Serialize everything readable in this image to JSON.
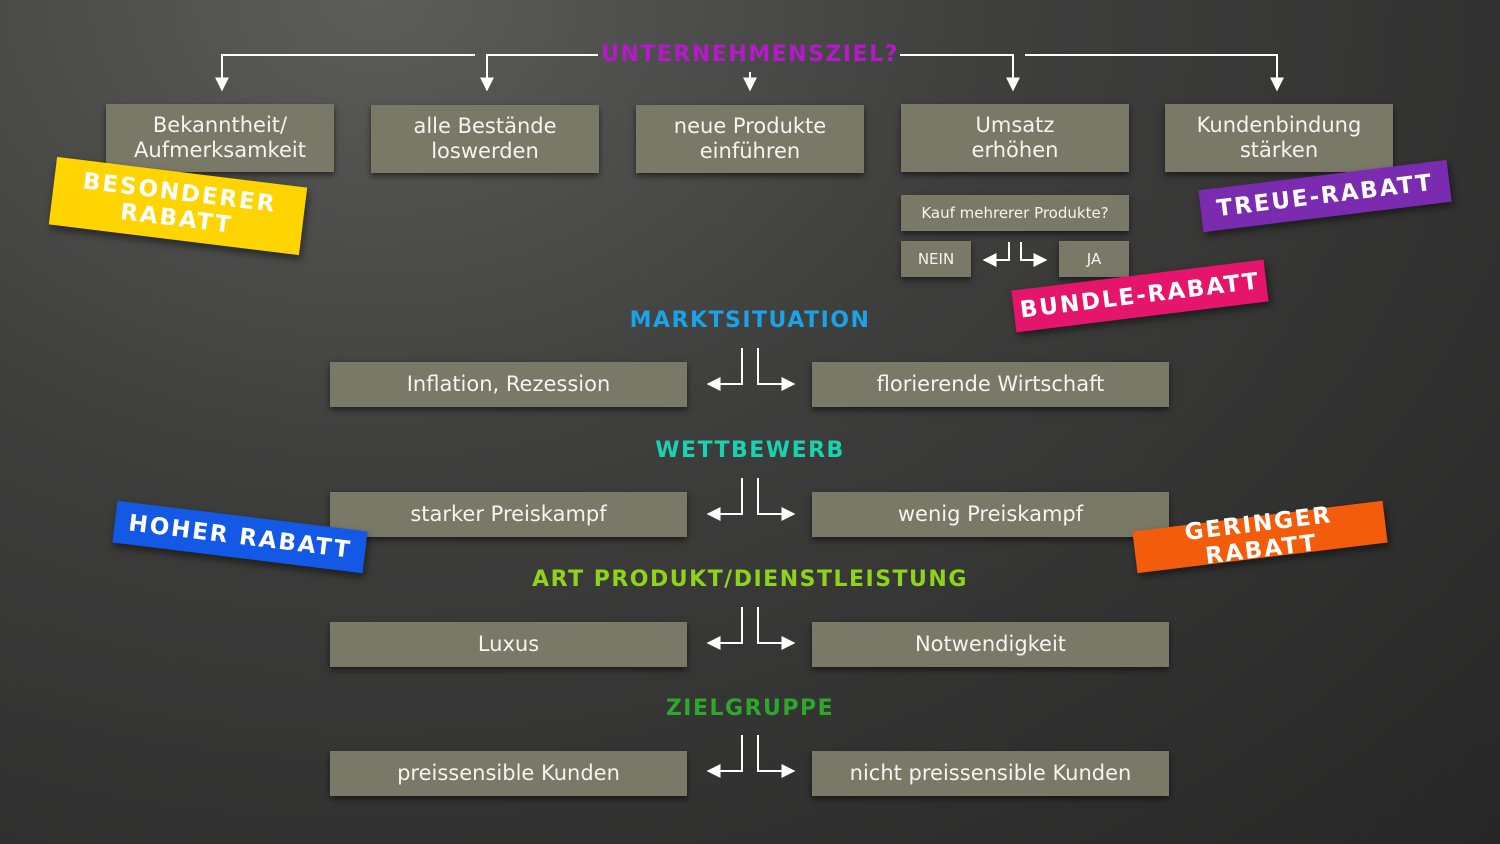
{
  "goal": {
    "heading": "UNTERNEHMENSZIEL?",
    "options": [
      {
        "line1": "Bekanntheit/",
        "line2": "Aufmerksamkeit"
      },
      {
        "line1": "alle Bestände",
        "line2": "loswerden"
      },
      {
        "line1": "neue Produkte",
        "line2": "einführen"
      },
      {
        "line1": "Umsatz",
        "line2": "erhöhen"
      },
      {
        "line1": "Kundenbindung",
        "line2": "stärken"
      }
    ],
    "question": "Kauf mehrerer Produkte?",
    "no": "NEIN",
    "yes": "JA"
  },
  "market": {
    "heading": "MARKTSITUATION",
    "left": "Inflation, Rezession",
    "right": "florierende Wirtschaft"
  },
  "competition": {
    "heading": "WETTBEWERB",
    "left": "starker Preiskampf",
    "right": "wenig Preiskampf"
  },
  "product": {
    "heading": "ART PRODUKT/DIENSTLEISTUNG",
    "left": "Luxus",
    "right": "Notwendigkeit"
  },
  "audience": {
    "heading": "ZIELGRUPPE",
    "left": "preissensible Kunden",
    "right": "nicht preissensible Kunden"
  },
  "tags": {
    "special": {
      "line1": "BESONDERER",
      "line2": "RABATT"
    },
    "loyalty": "TREUE-RABATT",
    "bundle": "BUNDLE-RABATT",
    "high": "HOHER RABATT",
    "low": "GERINGER RABATT"
  },
  "colors": {
    "goal_heading": "#b519c9",
    "market_heading": "#1aa3e8",
    "competition_heading": "#18d3b0",
    "product_heading": "#8ed419",
    "audience_heading": "#2ea82c",
    "tag_special": "#ffd400",
    "tag_loyalty": "#7b2bb0",
    "tag_bundle": "#e5156b",
    "tag_high": "#1458e6",
    "tag_low": "#f25c0a",
    "box": "#7a7968",
    "arrow": "#ffffff"
  }
}
